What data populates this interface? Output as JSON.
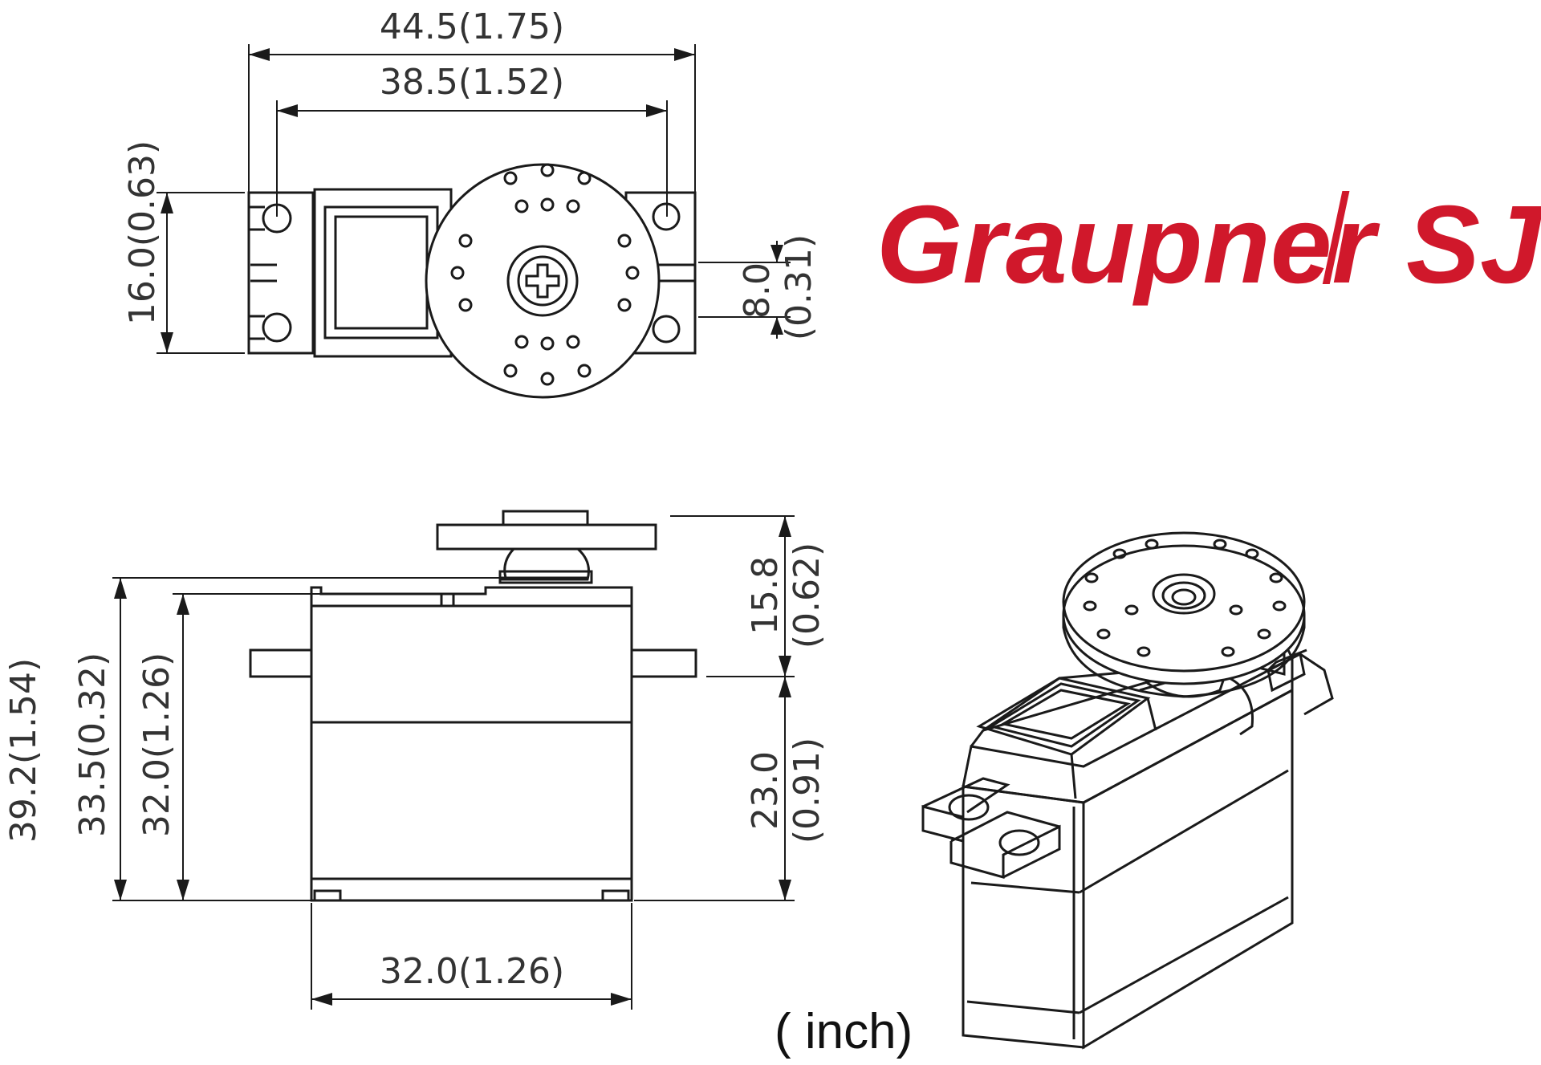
{
  "brand": {
    "name": "Graupner",
    "suffix": "SJ",
    "color": "#d0182b"
  },
  "top_view": {
    "overall_length": "44.5(1.75)",
    "mount_hole_spacing": "38.5(1.52)",
    "width": "16.0(0.63)",
    "shaft_offset_mm": "8.0",
    "shaft_offset_in": "(0.31)"
  },
  "side_view": {
    "total_height": "39.2(1.54)",
    "height_to_horn": "33.5(0.32)",
    "case_height": "32.0(1.26)",
    "horn_height_mm": "15.8",
    "horn_height_in": "(0.62)",
    "mount_height_mm": "23.0",
    "mount_height_in": "(0.91)",
    "case_width": "32.0(1.26)"
  },
  "unit_note": "( inch)",
  "colors": {
    "line": "#1a1a1a",
    "text": "#333333"
  }
}
